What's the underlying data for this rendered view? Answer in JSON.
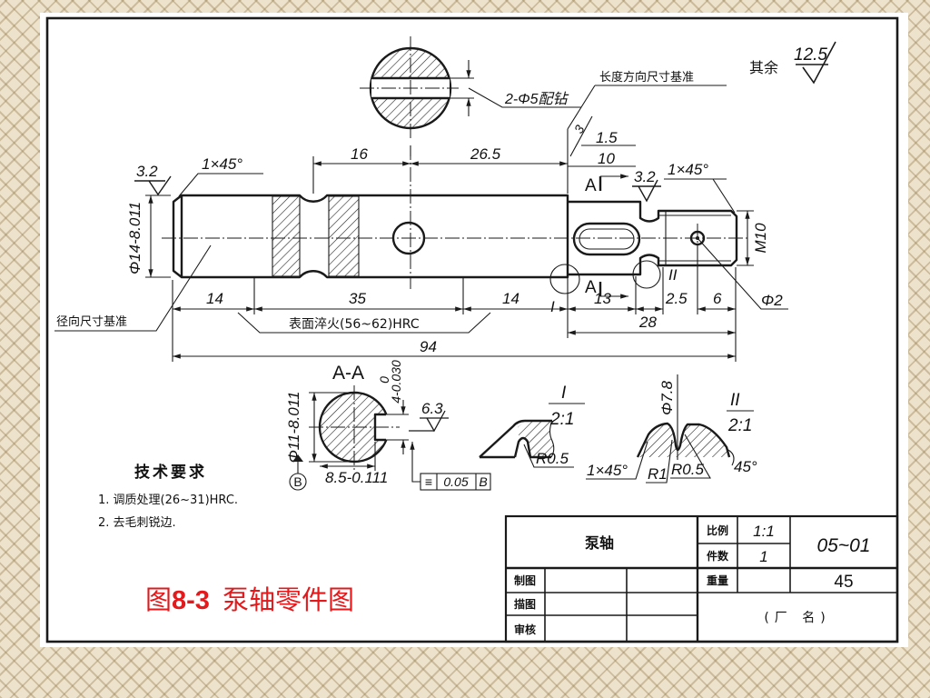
{
  "slide": {
    "caption_prefix": "图",
    "caption_number": "8-3",
    "caption_title": "泵轴零件图",
    "caption_color": "#e3191c"
  },
  "drawing": {
    "roughness_other": {
      "label": "其余",
      "value": "12.5"
    },
    "datum_length": "长度方向尺寸基准",
    "datum_radial": "径向尺寸基准",
    "hole_note": "2-Φ5配钻",
    "left_end": {
      "roughness": "3.2",
      "chamfer": "1×45°",
      "diameter": "Φ14-8.011"
    },
    "right_end": {
      "roughness": "3.2",
      "chamfer": "1×45°",
      "thread": "M10",
      "pin_hole": "Φ2"
    },
    "step_notes": {
      "angle": "3",
      "depth": "1.5",
      "length": "10"
    },
    "section_marks": [
      "A",
      "A"
    ],
    "detail_marks": [
      "I",
      "II"
    ],
    "dims_top": [
      "16",
      "26.5"
    ],
    "dims_bottom": [
      "14",
      "35",
      "14",
      "13",
      "2.5",
      "6"
    ],
    "surface_hardening": "表面淬火(56~62)HRC",
    "right_length": "28",
    "overall_length": "94",
    "section_aa": {
      "title": "A-A",
      "diameter": "Φ11-8.011",
      "keyway_upper": "0",
      "keyway_width": "4-0.030",
      "roughness": "6.3",
      "depth": "8.5-0.111",
      "datum": "B",
      "tolerance": {
        "symbol": "≡",
        "value": "0.05",
        "datum": "B"
      }
    },
    "detail_i": {
      "label": "I",
      "scale": "2:1",
      "radius": "R0.5"
    },
    "detail_ii": {
      "label": "II",
      "scale": "2:1",
      "diameter": "Φ7.8",
      "chamfer": "1×45°",
      "radius_1": "R1",
      "radius_2": "R0.5",
      "angle": "45°"
    }
  },
  "tech_requirements": {
    "title": "技术要求",
    "items": [
      "1. 调质处理(26~31)HRC.",
      "2. 去毛刺锐边."
    ]
  },
  "title_block": {
    "part_name": "泵轴",
    "scale_label": "比例",
    "scale": "1:1",
    "quantity_label": "件数",
    "quantity": "1",
    "drawing_no": "05~01",
    "weight_label": "重量",
    "material": "45",
    "drawn_label": "制图",
    "traced_label": "描图",
    "checked_label": "审核",
    "company": "(厂 名)"
  }
}
